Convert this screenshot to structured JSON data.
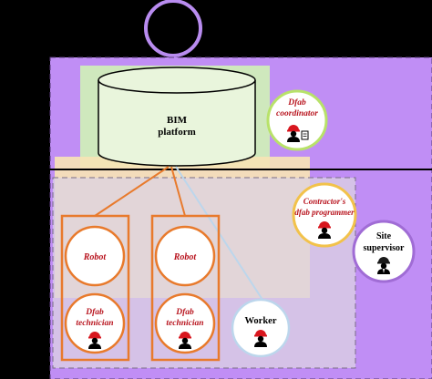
{
  "platform": {
    "line1": "BIM",
    "line2": "platform"
  },
  "roles": {
    "coordinator": {
      "line1": "Dfab",
      "line2": "coordinator"
    },
    "contractor": {
      "line1": "Contractor's",
      "line2": "dfab programmer"
    },
    "supervisor": {
      "line1": "Site",
      "line2": "supervisor"
    },
    "robot1": "Robot",
    "robot2": "Robot",
    "technician1": {
      "line1": "Dfab",
      "line2": "technician"
    },
    "technician2": {
      "line1": "Dfab",
      "line2": "technician"
    },
    "worker": "Worker"
  },
  "icons": {
    "coordinator": "worker-with-tablet-icon",
    "contractor": "hardhat-worker-icon",
    "supervisor": "supervisor-icon",
    "technician": "hardhat-worker-icon",
    "worker": "hardhat-worker-icon"
  },
  "colors": {
    "background": "#000000",
    "purple_region": "#c08ef5",
    "green_region": "#cfe8bd",
    "yellow_region": "#f7e3b5",
    "gray_region": "#dcd3e2",
    "orange": "#e87a2c",
    "red_text": "#b8141e",
    "blue_line": "#bcd6ec",
    "coordinator_ring": "#b8e26a",
    "contractor_ring": "#f2c24b",
    "supervisor_ring": "#a06cd5",
    "top_circle": "#b98cf0"
  }
}
